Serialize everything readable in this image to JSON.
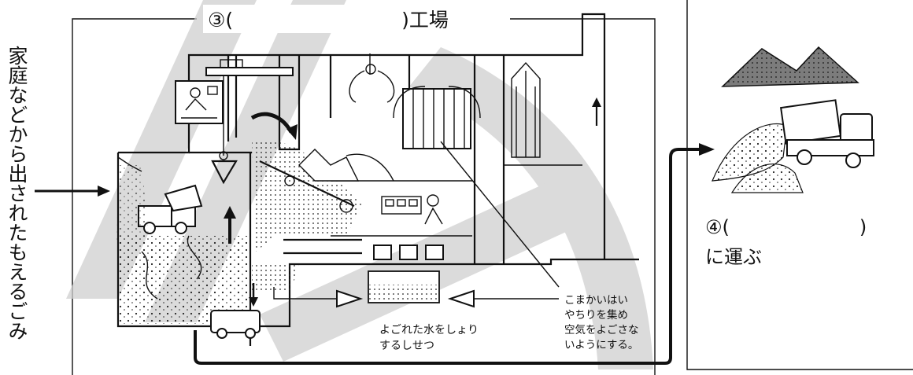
{
  "left_label": "家庭などから出されたもえるごみ",
  "title": {
    "prefix": "③(",
    "suffix": ")工場"
  },
  "label4": {
    "prefix": "④(",
    "suffix": ")",
    "line2": "に運ぶ"
  },
  "note_water": [
    "よごれた水をしょり",
    "するしせつ"
  ],
  "note_air": [
    "こまかいはい",
    "やちりを集め",
    "空気をよごさな",
    "いようにする。"
  ]
}
